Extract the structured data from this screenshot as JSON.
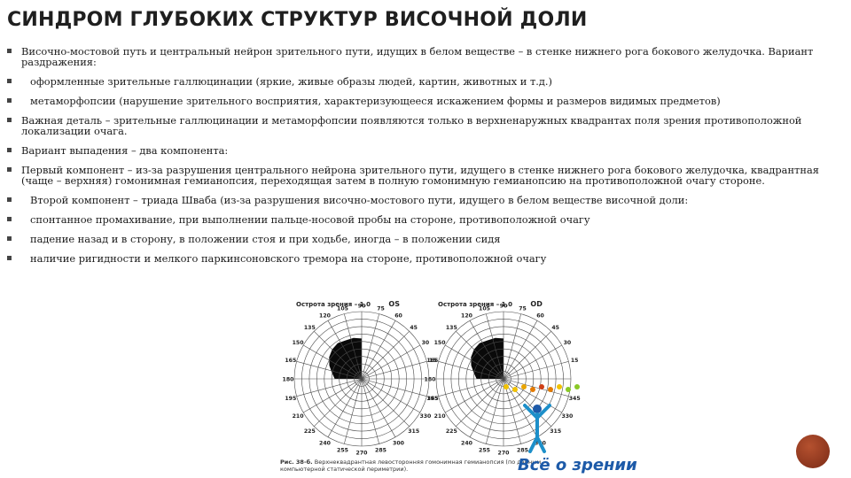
{
  "title": "СИНДРОМ ГЛУБОКИХ СТРУКТУР ВИСОЧНОЙ ДОЛИ",
  "bullets": [
    {
      "text": "Височно-мостовой путь и центральный нейрон зрительного пути, идущих в белом веществе – в стенке нижнего рога бокового желудочка. Вариант раздражения:"
    },
    {
      "text": "оформленные зрительные галлюцинации (яркие, живые образы людей, картин, животных и т.д.)"
    },
    {
      "text": "метаморфопсии (нарушение зрительного восприятия, характеризующееся искажением формы и размеров видимых предметов)"
    },
    {
      "text": "Важная деталь – зрительные галлюцинации и метаморфопсии появляются только в верхненаружных квадрантах поля зрения противоположной локализации очага."
    },
    {
      "text": "Вариант выпадения – два компонента:"
    },
    {
      "text": "Первый компонент – из-за разрушения центрального нейрона зрительного пути, идущего в стенке нижнего рога бокового желудочка, квадрантная (чаще – верхняя) гомонимная гемианопсия, переходящая затем в полную гомонимную гемианопсию на противоположной очагу стороне."
    },
    {
      "text": "Второй компонент – триада Шваба (из-за разрушения височно-мостового пути, идущего в белом веществе височной доли:"
    },
    {
      "text": "спонтанное промахивание, при выполнении пальце-носовой пробы на стороне, противоположной очагу"
    },
    {
      "text": "падение назад и в сторону, в положении стоя и при ходьбе, иногда – в положении сидя"
    },
    {
      "text": "наличие ригидности и мелкого паркинсоновского тремора на стороне, противоположной очагу"
    }
  ],
  "figure": {
    "left_chart": {
      "acuity": "Острота зрения – 1,0",
      "eye": "OS"
    },
    "right_chart": {
      "acuity": "Острота зрения – 1,0",
      "eye": "OD"
    },
    "degree_labels": [
      "90",
      "105",
      "75",
      "120",
      "60",
      "135",
      "45",
      "150",
      "30",
      "165",
      "15",
      "180",
      "195",
      "345",
      "210",
      "330",
      "225",
      "315",
      "240",
      "300",
      "255",
      "285",
      "270"
    ],
    "caption_label": "Рис. 38-б.",
    "caption_text": "Верхнеквадрантная левосторонняя гомонимная гемианопсия (по данным компьютерной статической периметрии)."
  },
  "watermark": "Всё о зрении",
  "colors": {
    "scotoma": "#0a0a0a",
    "grid": "#4a4a4a",
    "brand_blue": "#1d5aa8"
  }
}
